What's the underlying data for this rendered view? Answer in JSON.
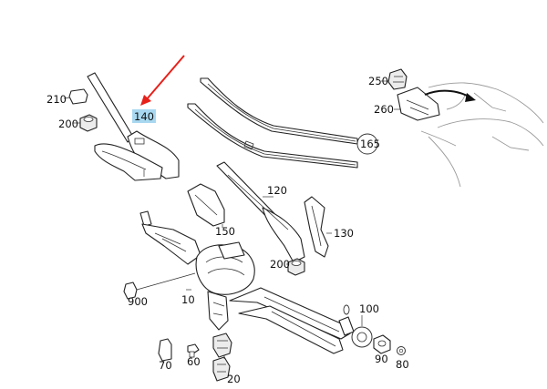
{
  "callouts": {
    "p10": "10",
    "p20": "20",
    "p60": "60",
    "p70": "70",
    "p80": "80",
    "p90": "90",
    "p100": "100",
    "p120": "120",
    "p130": "130",
    "p140": "140",
    "p150": "150",
    "p165": "165",
    "p200a": "200",
    "p200b": "200",
    "p210": "210",
    "p250": "250",
    "p260": "260",
    "p900": "900"
  },
  "colors": {
    "highlight_bg": "#a8d8f0",
    "pointer_arrow": "#e8201a",
    "line": "#222222"
  },
  "highlighted_callout": "140"
}
